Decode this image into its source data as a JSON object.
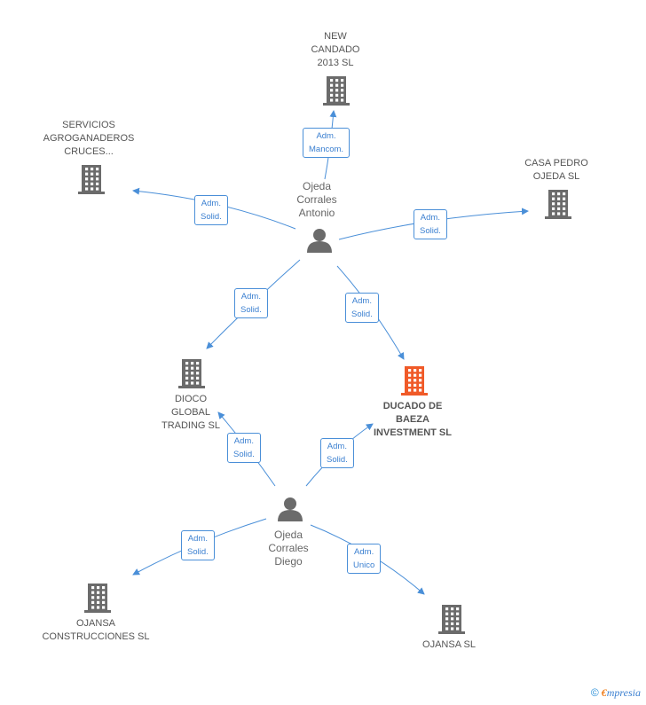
{
  "nodes": {
    "new_candado": {
      "lines": [
        "NEW",
        "CANDADO",
        "2013  SL"
      ]
    },
    "servicios": {
      "lines": [
        "SERVICIOS",
        "AGROGANADEROS",
        "CRUCES..."
      ]
    },
    "casa_pedro": {
      "lines": [
        "CASA PEDRO",
        "OJEDA SL"
      ]
    },
    "dioco": {
      "lines": [
        "DIOCO",
        "GLOBAL",
        "TRADING SL"
      ]
    },
    "ducado": {
      "lines": [
        "DUCADO DE",
        "BAEZA",
        "INVESTMENT SL"
      ]
    },
    "ojansa_cons": {
      "lines": [
        "OJANSA",
        "CONSTRUCCIONES SL"
      ]
    },
    "ojansa": {
      "lines": [
        "OJANSA SL"
      ]
    }
  },
  "persons": {
    "antonio": {
      "lines": [
        "Ojeda",
        "Corrales",
        "Antonio"
      ]
    },
    "diego": {
      "lines": [
        "Ojeda",
        "Corrales",
        "Diego"
      ]
    }
  },
  "edges": {
    "e1": {
      "lines": [
        "Adm.",
        "Mancom."
      ]
    },
    "e2": {
      "lines": [
        "Adm.",
        "Solid."
      ]
    },
    "e3": {
      "lines": [
        "Adm.",
        "Solid."
      ]
    },
    "e4": {
      "lines": [
        "Adm.",
        "Solid."
      ]
    },
    "e5": {
      "lines": [
        "Adm.",
        "Solid."
      ]
    },
    "e6": {
      "lines": [
        "Adm.",
        "Solid."
      ]
    },
    "e7": {
      "lines": [
        "Adm.",
        "Solid."
      ]
    },
    "e8": {
      "lines": [
        "Adm.",
        "Solid."
      ]
    },
    "e9": {
      "lines": [
        "Adm.",
        "Unico"
      ]
    }
  },
  "brand": {
    "copyright": "©",
    "e": "€",
    "rest": "mpresia"
  },
  "colors": {
    "edge": "#4a8fd8",
    "building": "#6b6b6b",
    "focus_building": "#f05a28",
    "person": "#6b6b6b"
  }
}
